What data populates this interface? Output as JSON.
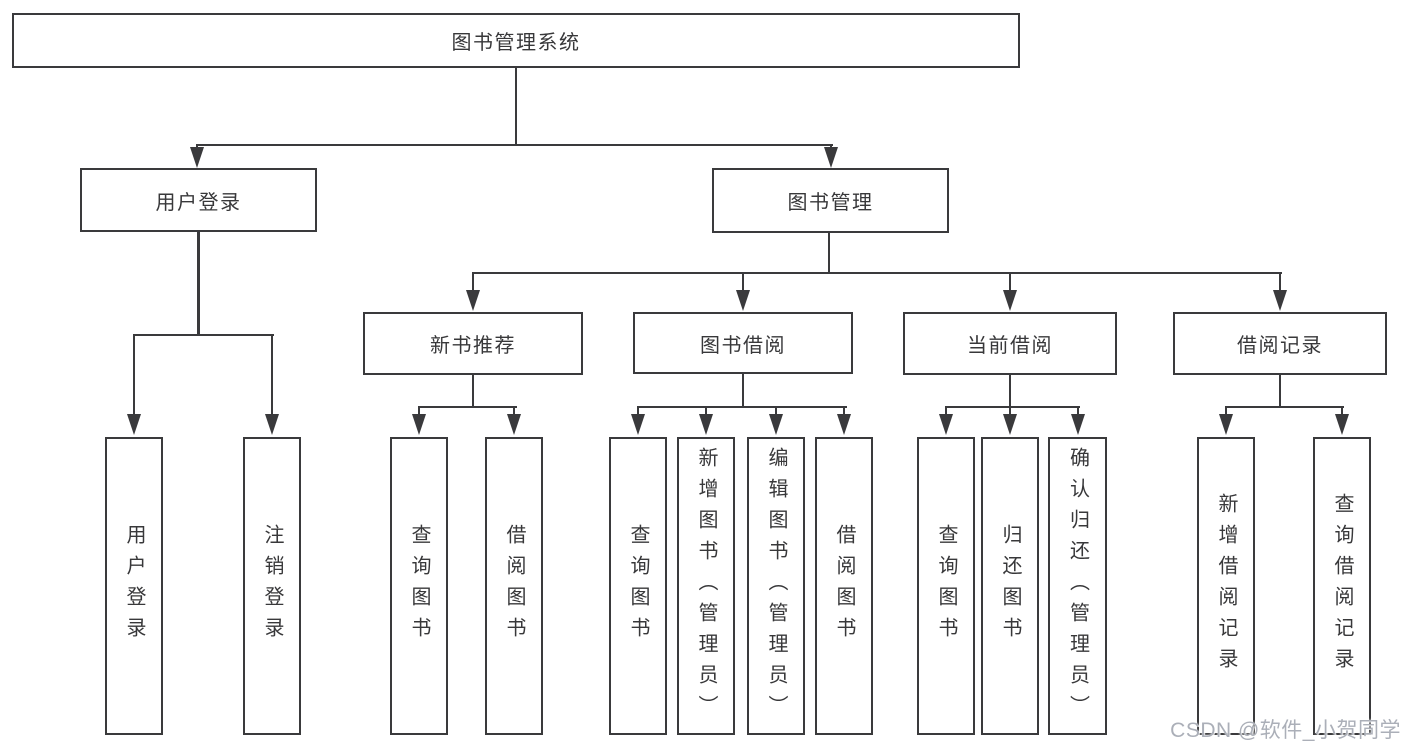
{
  "diagram": {
    "title": "图书管理系统",
    "root": {
      "label": "图书管理系统"
    },
    "level2": [
      {
        "label": "用户登录"
      },
      {
        "label": "图书管理"
      }
    ],
    "level3": [
      {
        "label": "新书推荐"
      },
      {
        "label": "图书借阅"
      },
      {
        "label": "当前借阅"
      },
      {
        "label": "借阅记录"
      }
    ],
    "leaves": [
      {
        "label": "用户登录",
        "parent": "用户登录"
      },
      {
        "label": "注销登录",
        "parent": "用户登录"
      },
      {
        "label": "查询图书",
        "parent": "新书推荐"
      },
      {
        "label": "借阅图书",
        "parent": "新书推荐"
      },
      {
        "label": "查询图书",
        "parent": "图书借阅"
      },
      {
        "label": "新增图书（管理员）",
        "parent": "图书借阅"
      },
      {
        "label": "编辑图书（管理员）",
        "parent": "图书借阅"
      },
      {
        "label": "借阅图书",
        "parent": "图书借阅"
      },
      {
        "label": "查询图书",
        "parent": "当前借阅"
      },
      {
        "label": "归还图书",
        "parent": "当前借阅"
      },
      {
        "label": "确认归还（管理员）",
        "parent": "当前借阅"
      },
      {
        "label": "新增借阅记录",
        "parent": "借阅记录"
      },
      {
        "label": "查询借阅记录",
        "parent": "借阅记录"
      }
    ]
  },
  "watermark": {
    "text": "CSDN @软件_小贺同学"
  },
  "colors": {
    "line": "#3a3a3c",
    "text": "#38383a",
    "box_fill": "#ffffff",
    "background": "#ffffff",
    "watermark": "#abafb8"
  }
}
